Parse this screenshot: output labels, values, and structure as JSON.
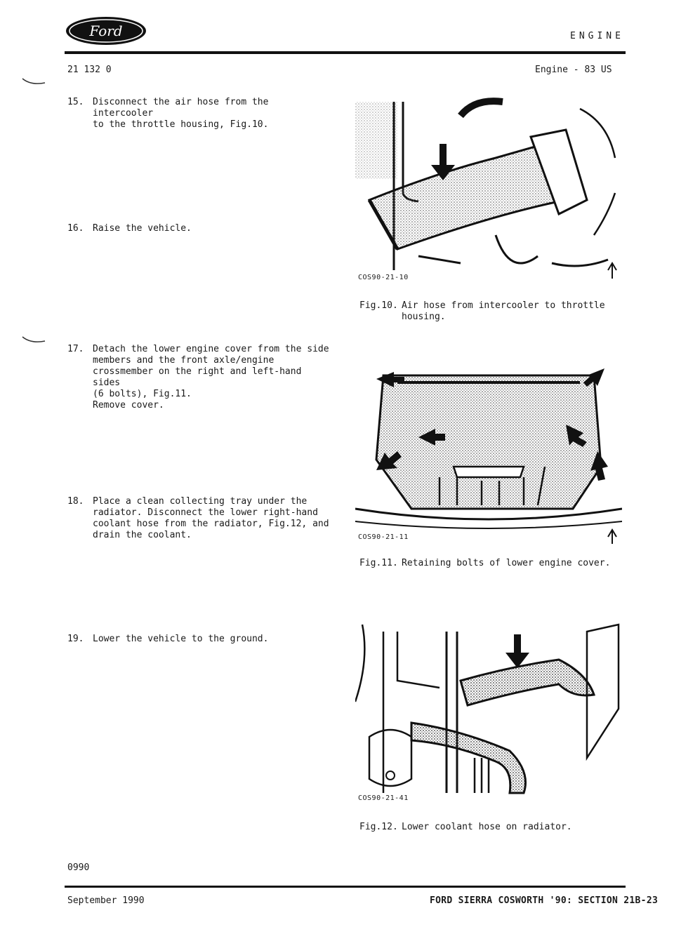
{
  "header": {
    "brand": "Ford",
    "section_name": "ENGINE",
    "doc_number": "21 132 0",
    "engine_ref": "Engine - 83 US"
  },
  "steps": [
    {
      "num": "15.",
      "text": "Disconnect the air hose from the intercooler\nto the throttle housing, Fig.10."
    },
    {
      "num": "16.",
      "text": "Raise the vehicle."
    },
    {
      "num": "17.",
      "text": "Detach the lower engine cover from the side\nmembers and the front axle/engine\ncrossmember on the right and left-hand sides\n(6 bolts), Fig.11.\nRemove cover."
    },
    {
      "num": "18.",
      "text": "Place a clean collecting tray under the\nradiator.  Disconnect the lower right-hand\ncoolant hose from the radiator, Fig.12, and\ndrain the coolant."
    },
    {
      "num": "19.",
      "text": "Lower the vehicle to the ground."
    }
  ],
  "figures": [
    {
      "code": "COS90-21-10",
      "label": "Fig.10.",
      "caption": "Air hose from intercooler to throttle\nhousing."
    },
    {
      "code": "COS90-21-11",
      "label": "Fig.11.",
      "caption": "Retaining bolts of lower engine cover."
    },
    {
      "code": "COS90-21-41",
      "label": "Fig.12.",
      "caption": "Lower coolant hose on radiator."
    }
  ],
  "footer": {
    "code": "0990",
    "date": "September 1990",
    "section": "FORD SIERRA COSWORTH '90: SECTION 21B-23"
  }
}
